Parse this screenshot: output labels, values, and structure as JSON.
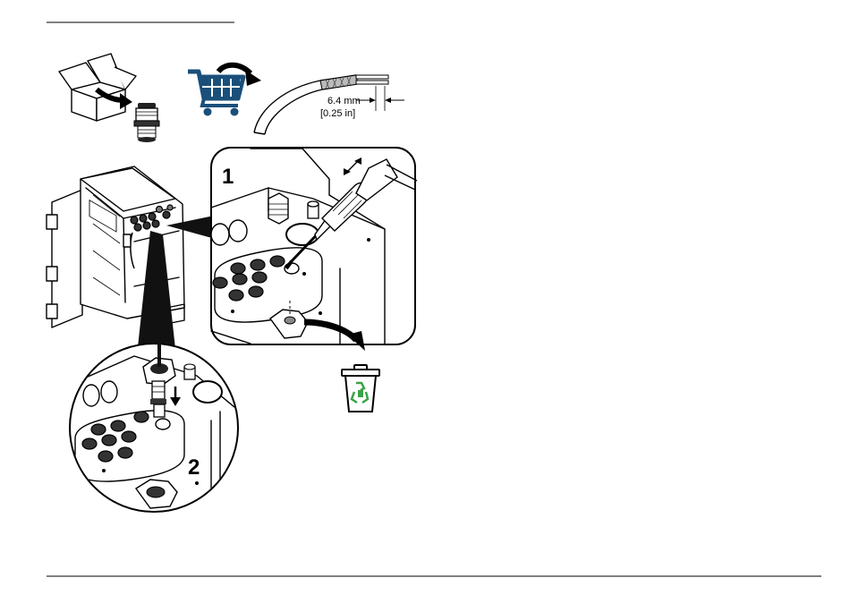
{
  "dimension": {
    "mm": "6.4 mm",
    "inch": "[0.25 in]"
  },
  "steps": {
    "step1": "1",
    "step2": "2"
  },
  "colors": {
    "cart": "#1a4f7a",
    "recycle": "#3aa346",
    "line": "#000000"
  },
  "icons": [
    "box-icon",
    "shopping-cart-icon",
    "cable-icon",
    "screwdriver-icon",
    "trash-bin-icon",
    "recycle-icon"
  ]
}
